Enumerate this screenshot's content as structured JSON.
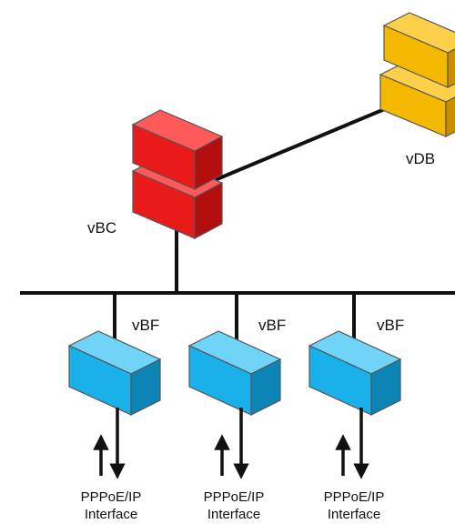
{
  "nodes": {
    "vdb": {
      "label": "vDB",
      "color": "#f5b800"
    },
    "vbc": {
      "label": "vBC",
      "color": "#e81a1a"
    },
    "vbf": [
      {
        "label": "vBF",
        "interface_line1": "PPPoE/IP",
        "interface_line2": "Interface"
      },
      {
        "label": "vBF",
        "interface_line1": "PPPoE/IP",
        "interface_line2": "Interface"
      },
      {
        "label": "vBF",
        "interface_line1": "PPPoE/IP",
        "interface_line2": "Interface"
      }
    ],
    "vbf_color": "#1ab0ea"
  },
  "line_color": "#111111"
}
